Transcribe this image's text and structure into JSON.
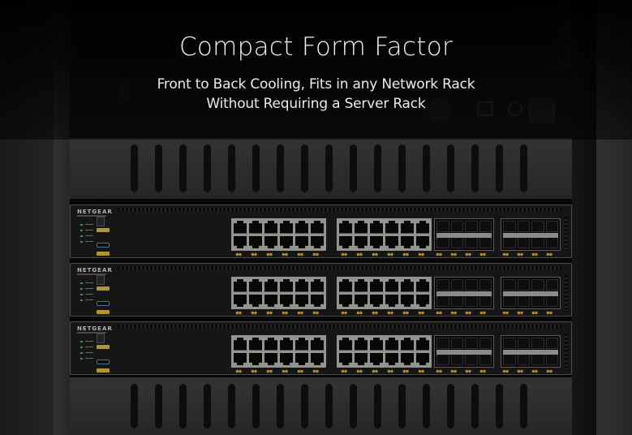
{
  "hero": {
    "title": "Compact Form Factor",
    "subtitle_line1": "Front to Back Cooling, Fits in any Network Rack",
    "subtitle_line2": "Without Requiring a Server Rack"
  },
  "product": {
    "brand": "NETGEAR",
    "units_shown": 3,
    "rj45_ports_per_unit": 24,
    "sfp_ports_per_unit": 16
  },
  "colors": {
    "background": "#0b0b0b",
    "text": "#f2f2f2",
    "accent_yellow": "#d3a73a",
    "led_green": "#3ea34a"
  }
}
